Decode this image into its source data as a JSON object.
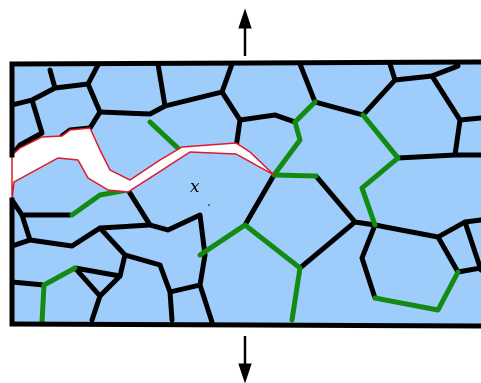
{
  "diagram": {
    "point_label": "x",
    "arrow_direction_top": "up",
    "arrow_direction_bottom": "down",
    "colors": {
      "grain_fill": "#9fcdfb",
      "grain_boundary": "#000000",
      "highlighted_boundary": "#138b13",
      "crack_fill": "#ffffff",
      "crack_outline": "#e0192a",
      "arrow": "#000000"
    }
  }
}
